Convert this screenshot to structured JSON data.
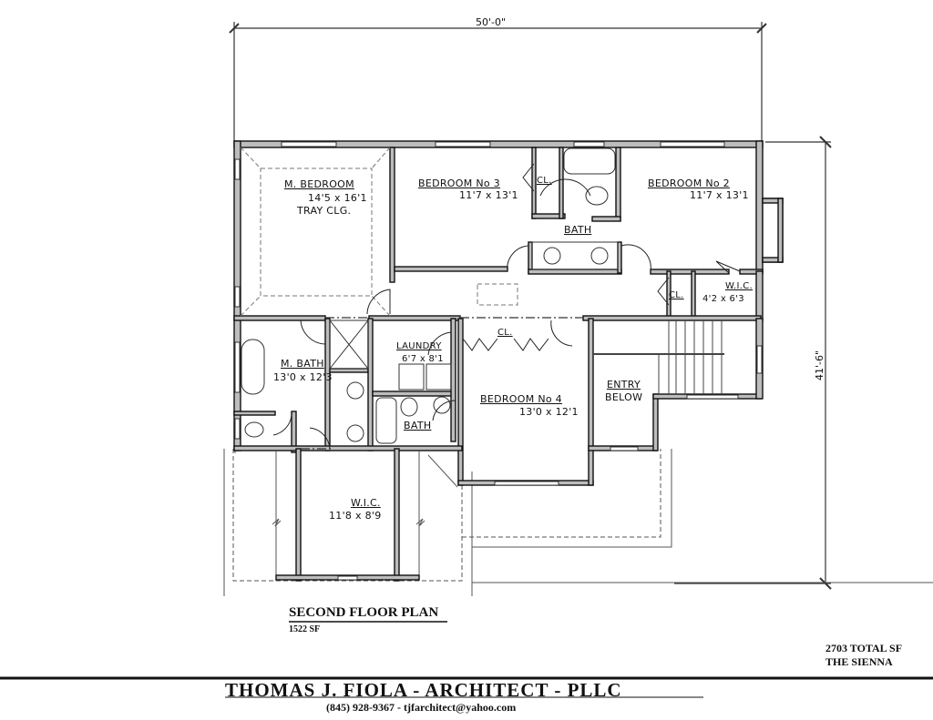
{
  "dimensions": {
    "width": "50'-0\"",
    "depth": "41'-6\""
  },
  "rooms": {
    "master_bedroom": {
      "name": "M. BEDROOM",
      "size": "14'5 x 16'1",
      "note": "TRAY CLG."
    },
    "bedroom3": {
      "name": "BEDROOM No 3",
      "size": "11'7 x 13'1"
    },
    "bedroom3_closet": {
      "name": "CL."
    },
    "hall_bath": {
      "name": "BATH"
    },
    "bedroom2": {
      "name": "BEDROOM No 2",
      "size": "11'7 x 13'1"
    },
    "hall_closet": {
      "name": "CL."
    },
    "bedroom2_wic": {
      "name": "W.I.C.",
      "size": "4'2 x 6'3"
    },
    "master_bath": {
      "name": "M. BATH",
      "size": "13'0 x 12'3"
    },
    "laundry": {
      "name": "LAUNDRY",
      "size": "6'7 x 8'1"
    },
    "bedroom4_bath": {
      "name": "BATH"
    },
    "bedroom4_closet": {
      "name": "CL."
    },
    "bedroom4": {
      "name": "BEDROOM No 4",
      "size": "13'0 x 12'1"
    },
    "entry": {
      "name": "ENTRY",
      "name2": "BELOW"
    },
    "master_wic": {
      "name": "W.I.C.",
      "size": "11'8 x 8'9"
    }
  },
  "plan_title": {
    "title": "SECOND FLOOR PLAN",
    "area": "1522 SF"
  },
  "summary": {
    "total": "2703 TOTAL SF",
    "model": "THE SIENNA"
  },
  "title_block": {
    "firm": "THOMAS J. FIOLA - ARCHITECT - PLLC",
    "contact": "(845) 928-9367 - tjfarchitect@yahoo.com"
  },
  "colors": {
    "wall_fill": "#bdbdbd",
    "wall_stroke": "#111111",
    "line": "#222222"
  }
}
